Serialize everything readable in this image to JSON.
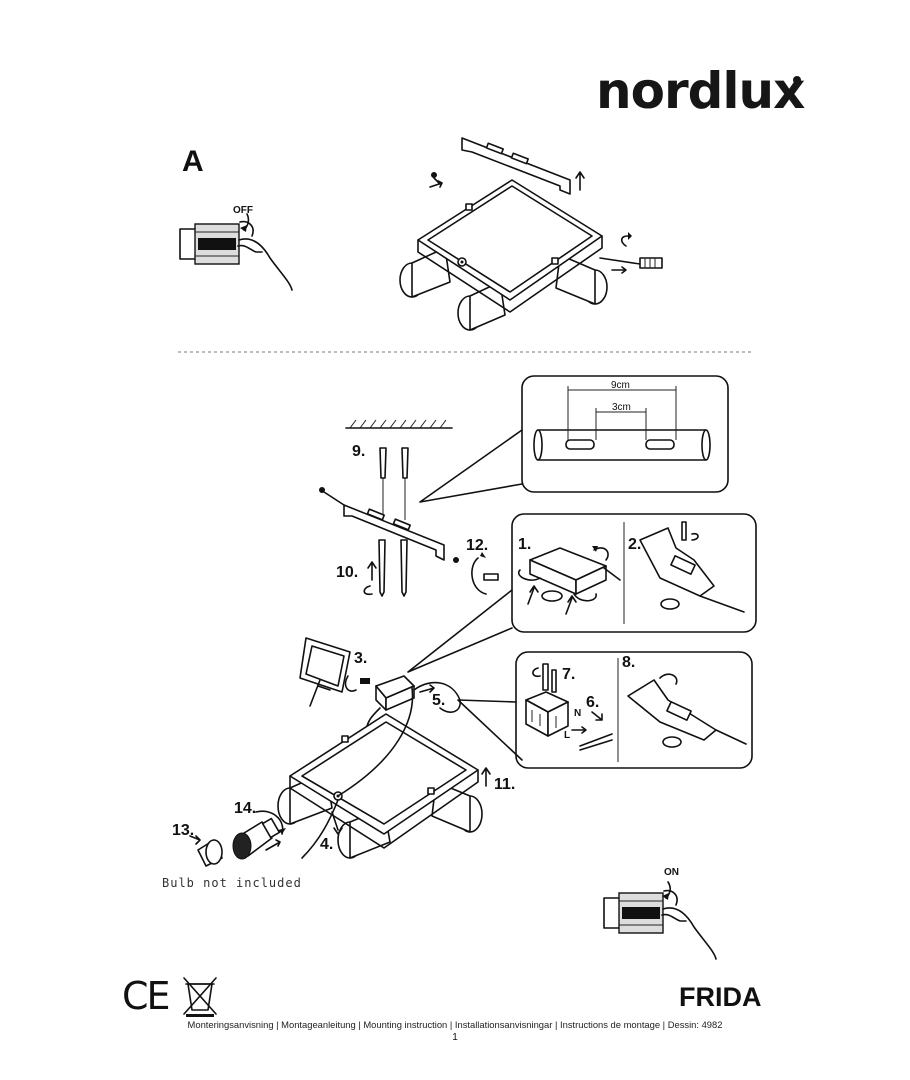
{
  "brand": {
    "name": "nordlux"
  },
  "section": {
    "label": "A"
  },
  "switch_off": {
    "label": "OFF"
  },
  "switch_on": {
    "label": "ON"
  },
  "dimensions": {
    "outer": "9cm",
    "inner": "3cm"
  },
  "steps": {
    "s1": "1.",
    "s2": "2.",
    "s3": "3.",
    "s4": "4.",
    "s5": "5.",
    "s6": "6.",
    "s7": "7.",
    "s8": "8.",
    "s9": "9.",
    "s10": "10.",
    "s11": "11.",
    "s12": "12.",
    "s13": "13.",
    "s14": "14."
  },
  "wires": {
    "neutral": "N",
    "live": "L"
  },
  "bulb_note": "Bulb not included",
  "product_name": "FRIDA",
  "footer": {
    "text": "Monteringsanvisning | Montageanleitung | Mounting instruction | Installationsanvisningar | Instructions de montage | Dessin: 4982",
    "page": "1"
  },
  "certifications": {
    "ce": "CE"
  },
  "icons": [
    "ce-mark-icon",
    "weee-bin-icon",
    "hand-icon",
    "light-switch-icon",
    "screw-icon",
    "rotate-arrow-icon"
  ]
}
